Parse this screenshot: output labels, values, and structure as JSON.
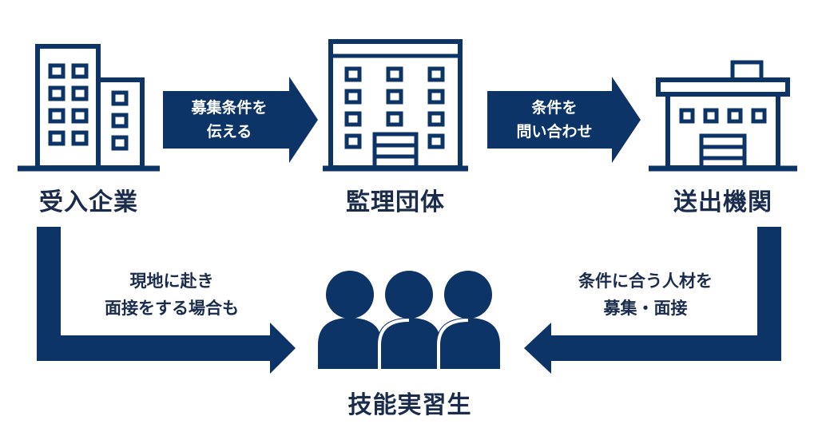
{
  "colors": {
    "primary": "#0d3466",
    "text": "#1a2b4c",
    "background": "#ffffff"
  },
  "nodes": {
    "accepting_company": {
      "label": "受入企業",
      "icon": "office-buildings-icon"
    },
    "supervising_org": {
      "label": "監理団体",
      "icon": "office-building-icon"
    },
    "sending_org": {
      "label": "送出機関",
      "icon": "factory-building-icon"
    },
    "trainees": {
      "label": "技能実習生",
      "icon": "people-group-icon"
    }
  },
  "arrows": {
    "company_to_org": {
      "line1": "募集条件を",
      "line2": "伝える"
    },
    "org_to_sending": {
      "line1": "条件を",
      "line2": "問い合わせ"
    },
    "company_to_trainees": {
      "line1": "現地に赴き",
      "line2": "面接をする場合も"
    },
    "sending_to_trainees": {
      "line1": "条件に合う人材を",
      "line2": "募集・面接"
    }
  }
}
